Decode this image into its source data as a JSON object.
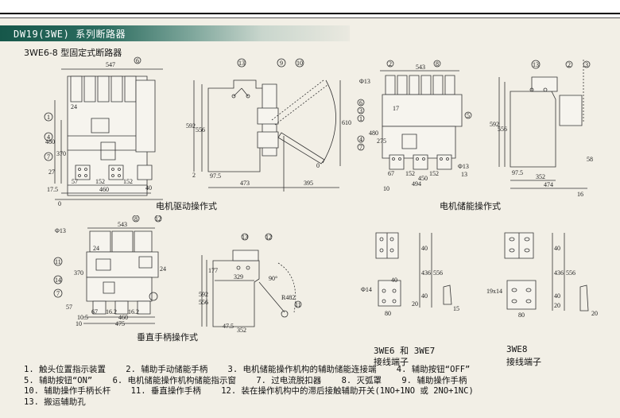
{
  "title": "DW19(3WE) 系列断路器",
  "subtitle": "3WE6-8 型固定式断路器",
  "figures": {
    "motor_drive": {
      "caption": "电机驱动操作式",
      "front_dims": [
        "547",
        "24",
        "480",
        "370",
        "27",
        "57",
        "152",
        "152",
        "460",
        "17.5",
        "0",
        "40"
      ],
      "front_callouts": [
        "1",
        "4",
        "7",
        "6"
      ],
      "side_dims": [
        "592",
        "556",
        "610",
        "2",
        "97.5",
        "473",
        "395",
        "0"
      ],
      "side_callouts": [
        "13",
        "9",
        "10"
      ]
    },
    "motor_storage": {
      "caption": "电机储能操作式",
      "front_dims": [
        "543",
        "Φ13",
        "17",
        "480",
        "275",
        "67",
        "152",
        "152",
        "450",
        "494",
        "10",
        "Φ13",
        "13"
      ],
      "front_callouts": [
        "2",
        "8",
        "6",
        "3",
        "1",
        "4",
        "7",
        "5"
      ],
      "side_dims": [
        "592",
        "556",
        "97.5",
        "352",
        "474",
        "58",
        "16"
      ],
      "side_callouts": [
        "13",
        "2",
        "3"
      ]
    },
    "vertical_handle": {
      "caption": "垂直手柄操作式",
      "front_dims": [
        "543",
        "Φ13",
        "24",
        "24",
        "370",
        "57",
        "67",
        "16.2",
        "16.2",
        "460",
        "10.5",
        "10",
        "475"
      ],
      "front_callouts": [
        "8",
        "12",
        "11",
        "14",
        "7"
      ],
      "side_dims": [
        "592",
        "556",
        "177",
        "329",
        "47.5",
        "352",
        "90°",
        "R482"
      ],
      "side_callouts": [
        "13",
        "12",
        "11"
      ]
    },
    "terminal_3we6_7": {
      "caption_line1": "3WE6 和 3WE7",
      "caption_line2": "接线端子",
      "dims": [
        "40",
        "436",
        "556",
        "40",
        "Φ14",
        "40",
        "20",
        "80",
        "15"
      ]
    },
    "terminal_3we8": {
      "caption_line1": "3WE8",
      "caption_line2": "接线端子",
      "dims": [
        "40",
        "436",
        "556",
        "19x14",
        "40",
        "20",
        "80",
        "20"
      ]
    }
  },
  "legend": [
    [
      "1. 触头位置指示装置",
      "2. 辅助手动储能手柄",
      "3. 电机储能操作机构的辅助储能连接端",
      "4. 辅助按钮“OFF”"
    ],
    [
      "5. 辅助按钮“ON”",
      "6. 电机储能操作机构储能指示窗",
      "7. 过电流脱扣器",
      "8. 灭弧罩",
      "9. 辅助操作手柄"
    ],
    [
      "10. 辅助操作手柄长杆",
      "11. 垂直操作手柄",
      "12. 装在操作机构中的滞后接触辅助开关(1NO+1NO 或 2NO+1NC)"
    ],
    [
      "13. 搬运辅助孔"
    ]
  ]
}
